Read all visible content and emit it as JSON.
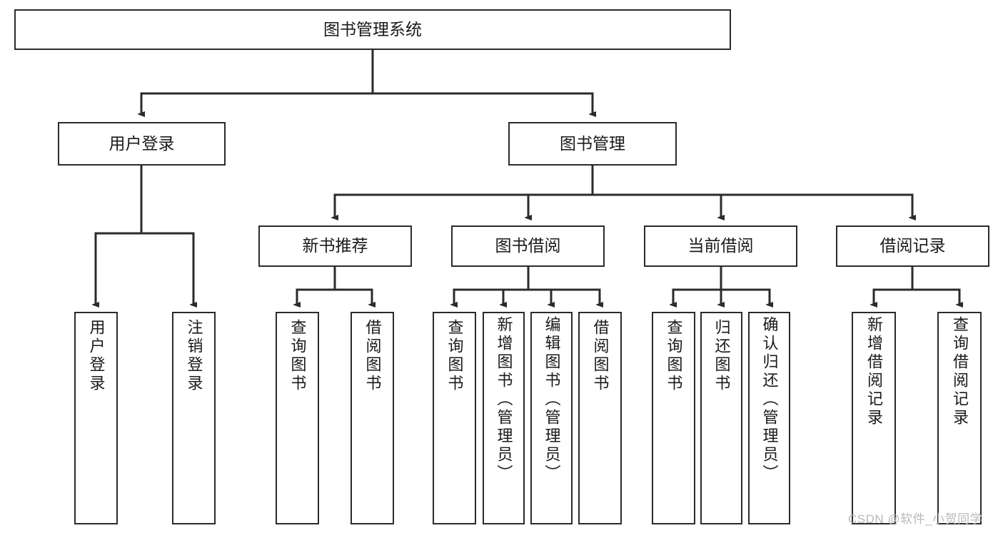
{
  "diagram": {
    "type": "hierarchy-tree",
    "title": "图书管理系统",
    "background_color": "#ffffff",
    "line_color": "#2b2b2b",
    "text_color": "#1a1a1a",
    "levels": 4,
    "nodes": {
      "root": {
        "label": "图书管理系统",
        "orientation": "horizontal"
      },
      "level2": [
        {
          "label": "用户登录",
          "orientation": "horizontal"
        },
        {
          "label": "图书管理",
          "orientation": "horizontal"
        }
      ],
      "level3": [
        {
          "label": "新书推荐",
          "orientation": "horizontal"
        },
        {
          "label": "图书借阅",
          "orientation": "horizontal"
        },
        {
          "label": "当前借阅",
          "orientation": "horizontal"
        },
        {
          "label": "借阅记录",
          "orientation": "horizontal"
        }
      ],
      "leaves": {
        "user_login": [
          {
            "label": "用户登录",
            "orientation": "vertical"
          },
          {
            "label": "注销登录",
            "orientation": "vertical"
          }
        ],
        "new_book_recommend": [
          {
            "label": "查询图书",
            "orientation": "vertical"
          },
          {
            "label": "借阅图书",
            "orientation": "vertical"
          }
        ],
        "book_borrow": [
          {
            "label": "查询图书",
            "orientation": "vertical"
          },
          {
            "label": "新增图书（管理员）",
            "orientation": "vertical"
          },
          {
            "label": "编辑图书（管理员）",
            "orientation": "vertical"
          },
          {
            "label": "借阅图书",
            "orientation": "vertical"
          }
        ],
        "current_borrow": [
          {
            "label": "查询图书",
            "orientation": "vertical"
          },
          {
            "label": "归还图书",
            "orientation": "vertical"
          },
          {
            "label": "确认归还（管理员）",
            "orientation": "vertical"
          }
        ],
        "borrow_record": [
          {
            "label": "新增借阅记录",
            "orientation": "vertical"
          },
          {
            "label": "查询借阅记录",
            "orientation": "vertical"
          }
        ]
      }
    }
  },
  "watermark": {
    "text": "CSDN @软件_小贺同学"
  }
}
